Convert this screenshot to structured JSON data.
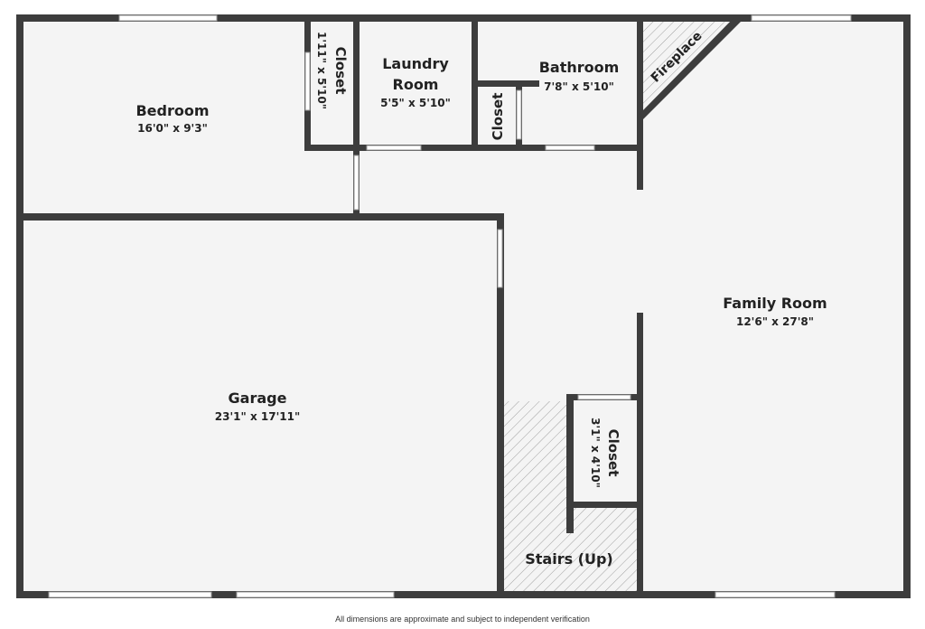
{
  "rooms": {
    "bedroom": {
      "name": "Bedroom",
      "dims": "16'0\" x 9'3\""
    },
    "closet1": {
      "name": "Closet",
      "dims": "1'11\" x 5'10\""
    },
    "laundry": {
      "name_line1": "Laundry",
      "name_line2": "Room",
      "dims": "5'5\" x 5'10\""
    },
    "bathroom": {
      "name": "Bathroom",
      "dims": "7'8\" x 5'10\""
    },
    "closet2": {
      "name": "Closet"
    },
    "fireplace": {
      "name": "Fireplace"
    },
    "family": {
      "name": "Family Room",
      "dims": "12'6\" x 27'8\""
    },
    "garage": {
      "name": "Garage",
      "dims": "23'1\" x 17'11\""
    },
    "closet3": {
      "name": "Closet",
      "dims": "3'1\" x 4'10\""
    },
    "stairs": {
      "name": "Stairs (Up)"
    }
  },
  "footer": {
    "disclaimer": "All dimensions are approximate and subject to independent verification"
  },
  "colors": {
    "wall": "#3d3d3d",
    "floor": "#f4f4f4",
    "hatch": "#9a9a9a",
    "opening": "#ffffff"
  }
}
